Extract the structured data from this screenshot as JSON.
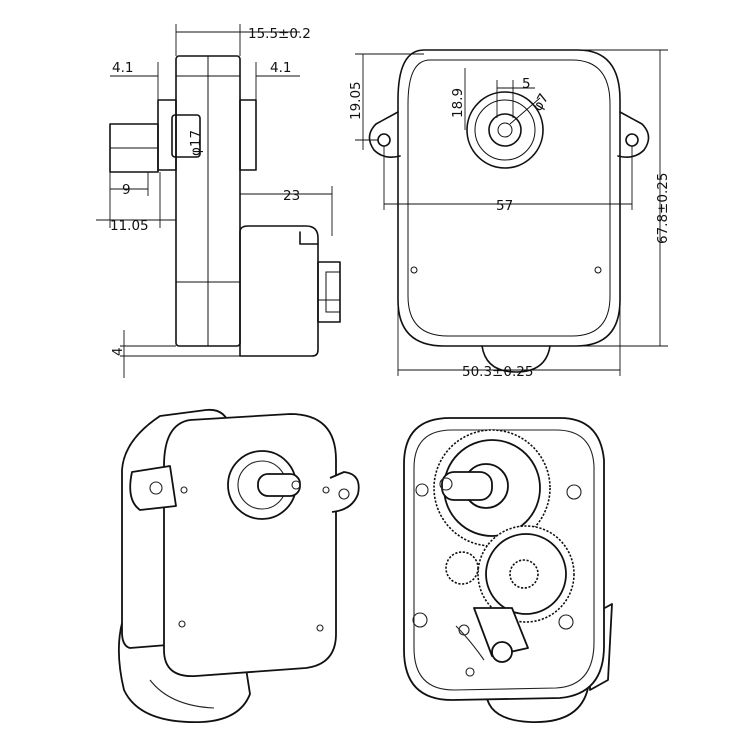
{
  "dimensions": {
    "width_total": "15.5±0.2",
    "flange_left": "4.1",
    "flange_right": "4.1",
    "boss_dia": "φ17",
    "shaft_len": "9",
    "shaft_offset": "11.05",
    "motor_len": "23",
    "bottom_offset": "4",
    "shaft_top": "19.05",
    "boss_top": "18.9",
    "d_flat": "5",
    "shaft_dia": "φ7",
    "hole_spacing": "57",
    "height_total": "67.8±0.25",
    "width_front": "50.3±0.25"
  },
  "colors": {
    "line": "#111111",
    "background": "#ffffff"
  }
}
